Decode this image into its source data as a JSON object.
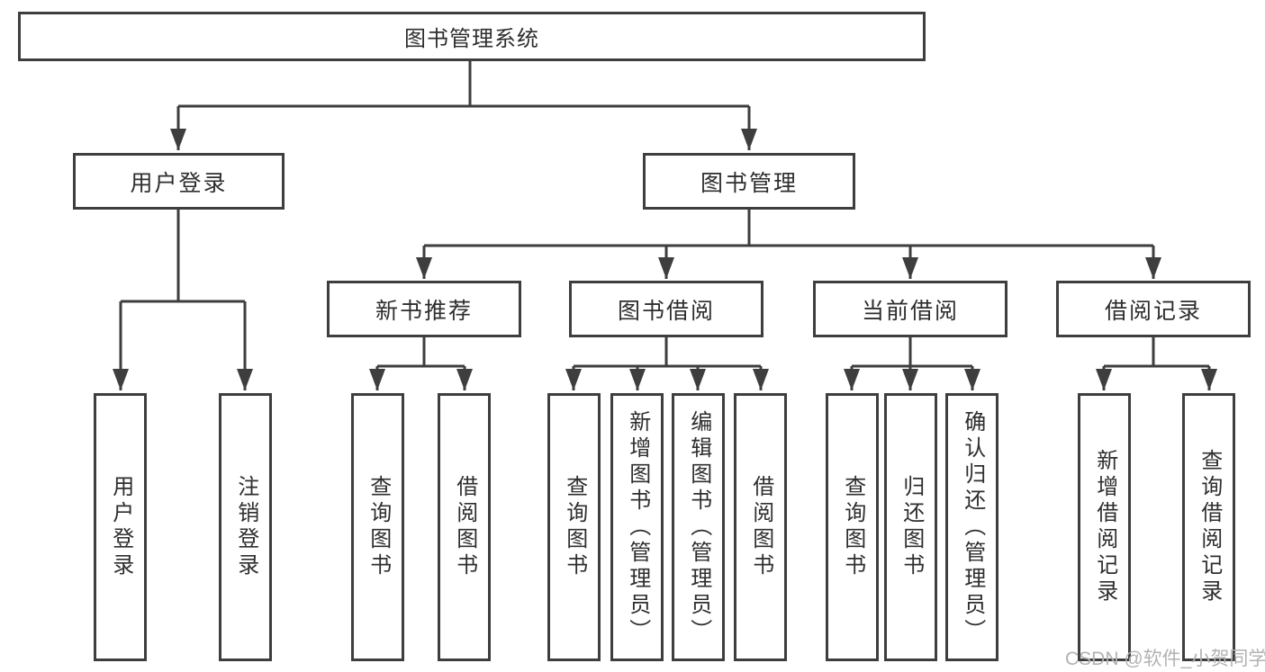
{
  "colors": {
    "line": "#3e3e3e",
    "text": "#2e2e2e",
    "watermark": "#b2b2b2",
    "background": "#ffffff"
  },
  "nodes": {
    "root": "图书管理系统",
    "user_login": "用户登录",
    "book_management": "图书管理",
    "new_book_recommend": "新书推荐",
    "book_borrowing": "图书借阅",
    "current_borrowing": "当前借阅",
    "borrowing_records": "借阅记录"
  },
  "leaves": {
    "user_login_children": [
      "用户登录",
      "注销登录"
    ],
    "new_book_children": [
      "查询图书",
      "借阅图书"
    ],
    "book_borrowing_children": [
      "查询图书",
      "新增图书（管理员）",
      "编辑图书（管理员）",
      "借阅图书"
    ],
    "current_borrowing_children": [
      "查询图书",
      "归还图书",
      "确认归还（管理员）"
    ],
    "borrowing_records_children": [
      "新增借阅记录",
      "查询借阅记录"
    ]
  },
  "watermark": "CSDN @软件_小贺同学"
}
